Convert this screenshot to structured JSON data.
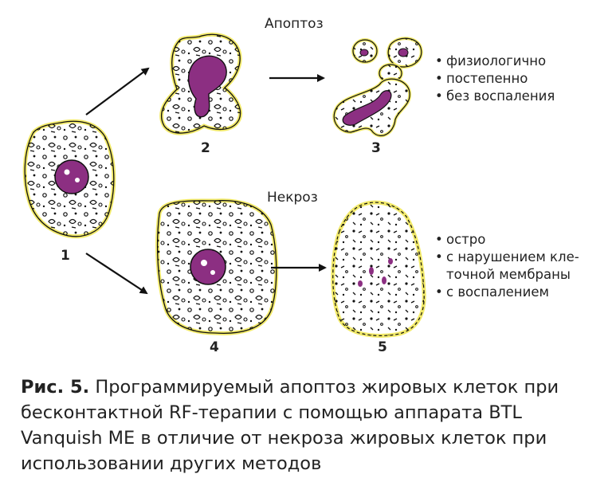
{
  "labels": {
    "apoptosis": "Апоптоз",
    "necrosis": "Некроз"
  },
  "numbers": [
    "1",
    "2",
    "3",
    "4",
    "5"
  ],
  "apoptosis_points": [
    "физиологично",
    "постепенно",
    "без воспаления"
  ],
  "necrosis_points": [
    "остро",
    "с нарушением кле-",
    "точной мембраны",
    "с воспалением"
  ],
  "caption": {
    "prefix": "Рис. 5.",
    "text": " Программируемый апоптоз жировых клеток при бесконтактной RF-терапии с помощью аппарата BTL Vanquish ME в отличие от некроза жировых клеток при использовании других методов"
  },
  "colors": {
    "membrane": "#f2ea6a",
    "nucleus": "#8c2f82",
    "arrow": "#111111"
  }
}
